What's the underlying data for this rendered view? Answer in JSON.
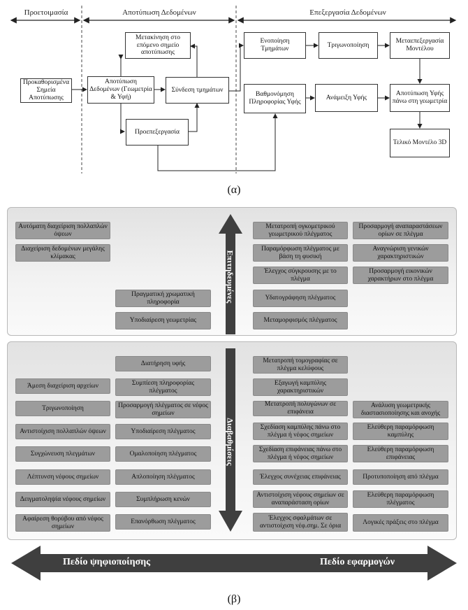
{
  "part_a": {
    "phases": {
      "p1": "Προετοιμασία",
      "p2": "Αποτύπωση Δεδομένων",
      "p3": "Επεξεργασία Δεδομένων"
    },
    "boxes": {
      "predefined_points": "Προκαθορισμένα Σημεία Αποτύπωσης",
      "capture_data": "Αποτύπωση Δεδομένων (Γεωμετρία & Υφή)",
      "move_next": "Μετακίνηση στο επόμενο σημείο αποτύπωσης",
      "preprocessing": "Προεπεξεργασία",
      "merge_meshes": "Σύνδεση τμημάτων",
      "unify_parts": "Ενοποίηση Τμημάτων",
      "triangulation": "Τριγωνοποίηση",
      "postprocess": "Μεταεπεξεργασία Μοντέλου",
      "calibrate_texture": "Βαθμονόμηση Πληροφορίας Υφής",
      "texture_analysis": "Ανάμειξη Υφής",
      "texture_mapping": "Αποτύπωση Υφής πάνω στη γεωμετρία",
      "final_model": "Τελικό Μοντέλο 3D"
    },
    "caption": "(α)"
  },
  "part_b": {
    "top_label": "Επιτηδευμένες",
    "mid_label": "Διαβαθμίσεις",
    "top_panel": {
      "col1": [
        "Αυτόματη διαχείριση πολλαπλών όψεων",
        "Διαχείριση δεδομένων μεγάλης κλίμακας"
      ],
      "col2": [
        "Πραγματική χρωματική πληροφορία",
        "Υποδιαίρεση γεωμετρίας"
      ],
      "col3": [
        "Μετατροπή ογκομετρικού γεωμετρικού πλέγματος",
        "Παραμόρφωση πλέγματος με βάση τη φυσική",
        "Έλεγχος σύγκρουσης με το πλέγμα",
        "Υδατογράφηση πλέγματος",
        "Μεταμορφισμός πλέγματος"
      ],
      "col4": [
        "Προσαρμογή αναπαραστάσεων ορίων σε πλέγμα",
        "Αναγνώριση γενικών χαρακτηριστικών",
        "Προσαρμογή εικονικών χαρακτήρων στο πλέγμα"
      ]
    },
    "bottom_panel": {
      "col1": [
        "Άμεση διαχείριση αρχείων",
        "Τριγωνοποίηση",
        "Αντιστοίχιση πολλαπλών όψεων",
        "Συγχώνευση πλεγμάτων",
        "Λέπτυνση νέφους σημείων",
        "Δειγματοληψία νέφους σημείων",
        "Αφαίρεση θορύβου από νέφος σημείων"
      ],
      "col2": [
        "Διατήρηση υφής",
        "Συμπίεση πληροφορίας πλέγματος",
        "Προσαρμογή πλέγματος σε νέφος σημείων",
        "Υποδιαίρεση πλέγματος",
        "Ομαλοποίηση πλέγματος",
        "Απλοποίηση πλέγματος",
        "Συμπλήρωση κενών",
        "Επανόρθωση πλέγματος"
      ],
      "col3": [
        "Μετατροπή τομογραφίας σε πλέγμα κελύφους",
        "Εξαγωγή καμπύλης χαρακτηριστικών",
        "Μετατροπή πολυγώνων σε επιφάνεια",
        "Σχεδίαση καμπύλης πάνω στο πλέγμα ή νέφος σημείων",
        "Σχεδίαση επιφάνειας πάνω στο πλέγμα ή νέφος σημείων",
        "Έλεγχος συνέχειας επιφάνειας",
        "Αντιστοίχιση νέφους σημείων σε αναπαράσταση ορίων",
        "Έλεγχος σφαλμάτων σε αντιστοίχιση νέφ.σημ. Σε όρια"
      ],
      "col4": [
        "Ανάλυση γεωμετρικής διαστασιοποίησης και ανοχής",
        "Ελεύθερη παραμόρφωση καμπύλης",
        "Ελεύθερη παραμόρφωση επιφάνειας",
        "Προτυποποίηση από πλέγμα",
        "Ελεύθερη παραμόρφωση πλέγματος",
        "Λογικές πράξεις στο πλέγμα"
      ]
    },
    "axis_left": "Πεδίο ψηφιοποίησης",
    "axis_right": "Πεδίο εφαρμογών",
    "caption": "(β)",
    "colors": {
      "box": "#9c9c9c",
      "arrow": "#3f3f3f"
    }
  }
}
